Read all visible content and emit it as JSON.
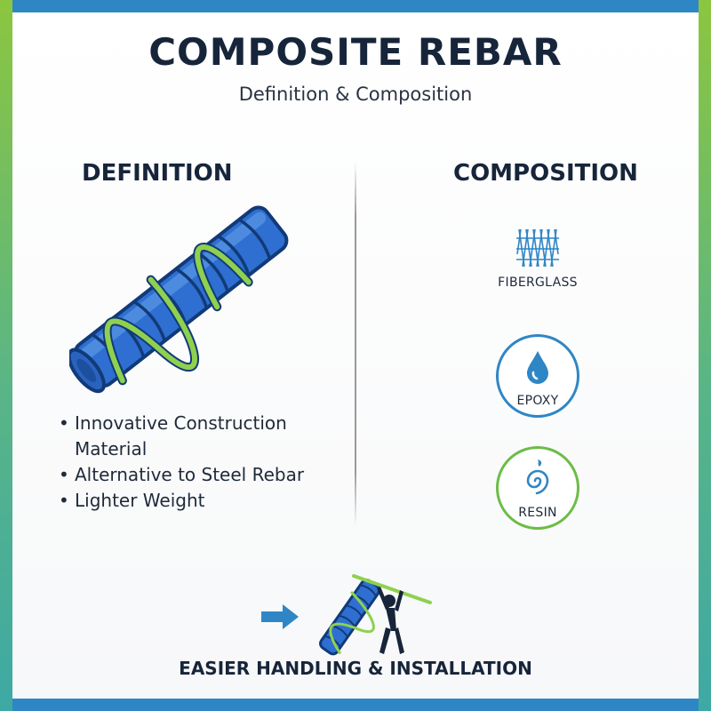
{
  "header": {
    "title": "COMPOSITE REBAR",
    "subtitle": "Definition & Composition"
  },
  "definition": {
    "heading": "DEFINITION",
    "bullets": [
      "Innovative Construction Material",
      "Alternative to Steel Rebar",
      "Lighter Weight"
    ]
  },
  "composition": {
    "heading": "COMPOSITION",
    "items": [
      {
        "label": "FIBERGLASS",
        "icon": "fiberglass-mesh-icon"
      },
      {
        "label": "EPOXY",
        "icon": "droplet-icon"
      },
      {
        "label": "RESIN",
        "icon": "swirl-icon"
      }
    ]
  },
  "footer": {
    "tagline": "EASIER HANDLING & INSTALLATION"
  },
  "colors": {
    "navy": "#17253a",
    "blue": "#2f86c5",
    "green": "#6bbd45",
    "rebar_blue": "#2e6fd1"
  }
}
